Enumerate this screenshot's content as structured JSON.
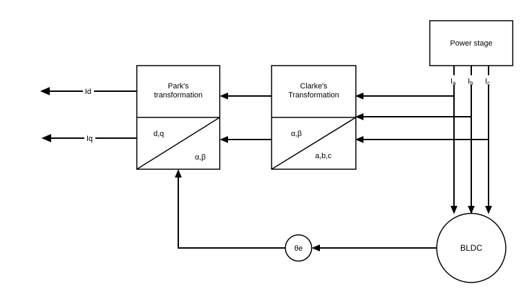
{
  "blocks": {
    "park": {
      "title_line1": "Park's",
      "title_line2": "transformation",
      "in_label": "α,β",
      "out_label": "d,q"
    },
    "clarke": {
      "title_line1": "Clarke's",
      "title_line2": "Transformation",
      "in_label": "a,b,c",
      "out_label": "α,β"
    },
    "power_stage": {
      "label": "Power stage"
    },
    "bldc": {
      "label": "BLDC"
    },
    "theta": {
      "label": "θe"
    }
  },
  "signals": {
    "id": "Id",
    "iq": "Iq",
    "ia": {
      "main": "I",
      "sub": "a"
    },
    "ib": {
      "main": "I",
      "sub": "b"
    },
    "ic": {
      "main": "I",
      "sub": "c"
    }
  }
}
